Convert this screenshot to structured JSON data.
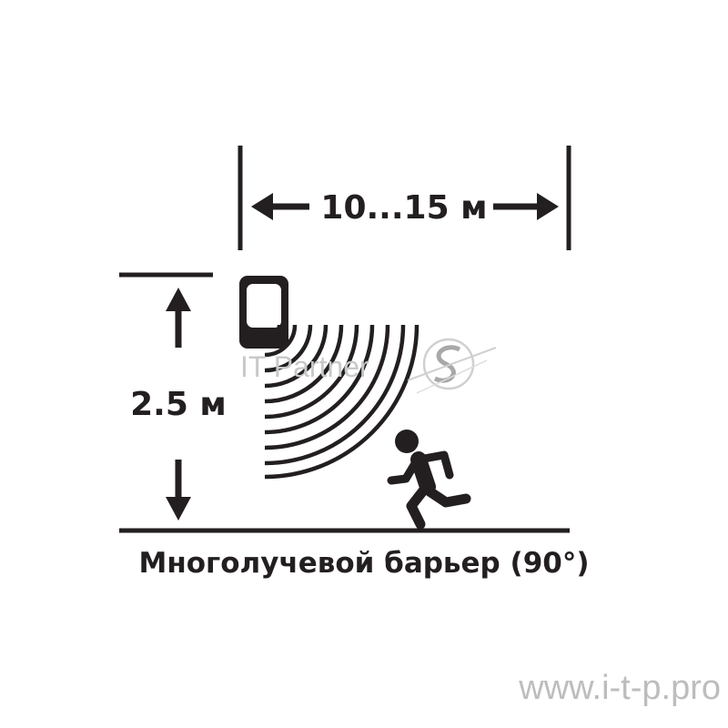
{
  "diagram": {
    "width_label": "10...15 м",
    "height_label": "2.5 м",
    "caption": "Многолучевой барьер (90°)",
    "watermark": "IT Partner",
    "site_url": "www.i-t-p.pro"
  },
  "colors": {
    "ink": "#231f20",
    "watermark": "#c8c8c8",
    "site": "#bdbdbd",
    "background": "#ffffff"
  },
  "icons": [
    "sensor-icon",
    "running-person-icon",
    "arrow-left-icon",
    "arrow-right-icon",
    "arrow-up-icon",
    "arrow-down-icon",
    "it-partner-logo-icon"
  ]
}
